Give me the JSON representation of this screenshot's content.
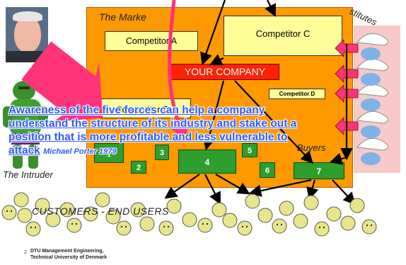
{
  "market": {
    "title": "The Marke"
  },
  "substitutes": {
    "label": "stitutes"
  },
  "competitors": {
    "a": "Competitor A",
    "b": "Competitor B",
    "c": "Competitor C",
    "d": "Competitor D"
  },
  "your_company": "YOUR COMPANY",
  "intruder": "The Intruder",
  "buyers": "Buyers",
  "green_boxes": [
    "1",
    "2",
    "3",
    "4",
    "5",
    "6",
    "7"
  ],
  "overlay": {
    "line1": "Awareness of the five forces can help a company",
    "line2": "understand the structure of its industry and stake out a",
    "line3": "position that is more profitable and less vulnerable to",
    "line4": "attack",
    "citation": "Michael Porter 1979"
  },
  "customers": "CUSTOMERS - END USERS",
  "footer": {
    "page_number": "2",
    "line1": "DTU Management Engineering,",
    "line2": "Technical University of Denmark"
  },
  "colors": {
    "market_bg": "#ff9900",
    "your_company_bg": "#ff2200",
    "competitor_bg": "#ffff99",
    "green_box": "#2e9e2e",
    "arrow_pink": "#ff3377",
    "overlay_text": "#2f5bff",
    "smiley": "#e8e68a"
  },
  "icons": [
    "portrait-photo",
    "hulk-intruder-figure",
    "smurf-figure",
    "smiley-face-icon"
  ]
}
